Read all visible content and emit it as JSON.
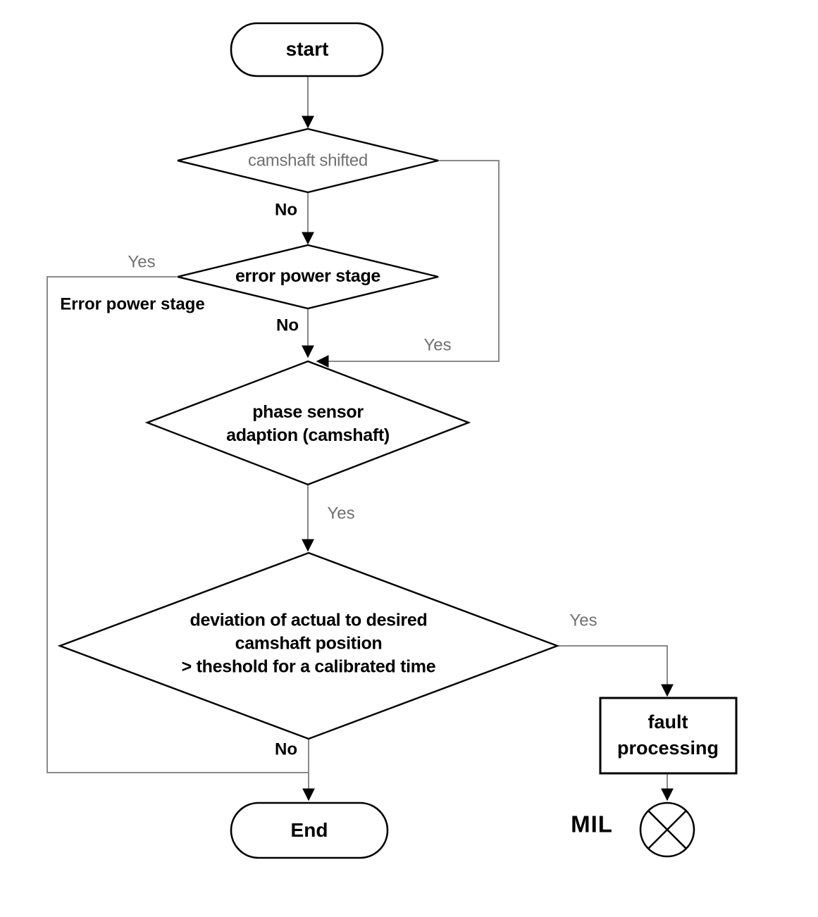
{
  "flowchart": {
    "nodes": {
      "start": {
        "label": "start"
      },
      "camshaft_shifted": {
        "label": "camshaft shifted"
      },
      "error_power_stage": {
        "label": "error power stage"
      },
      "phase_sensor_adaption": {
        "line1": "phase sensor",
        "line2": "adaption (camshaft)"
      },
      "deviation_check": {
        "line1": "deviation of actual to desired",
        "line2": "camshaft position",
        "line3": "> theshold for a calibrated time"
      },
      "fault_processing": {
        "line1": "fault",
        "line2": "processing"
      },
      "end": {
        "label": "End"
      },
      "mil": {
        "label": "MIL"
      }
    },
    "edge_labels": {
      "camshaft_no": "No",
      "camshaft_yes": "Yes",
      "error_yes": "Yes",
      "error_annotation": "Error power stage",
      "error_no": "No",
      "phase_yes": "Yes",
      "deviation_yes": "Yes",
      "deviation_no": "No"
    },
    "colors": {
      "background": "#ffffff",
      "connector": "#8a8a8a",
      "shape_outline": "#000000",
      "text": "#000000",
      "muted_text": "#707070"
    }
  }
}
